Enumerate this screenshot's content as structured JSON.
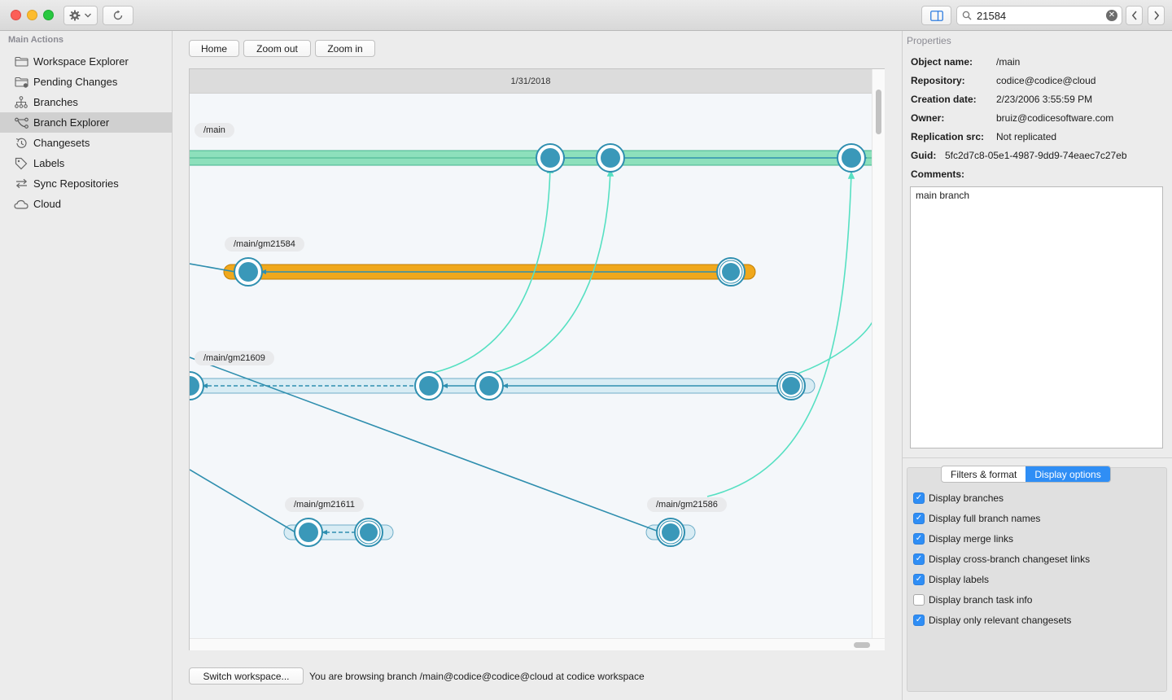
{
  "toolbar": {
    "gear_icon": "gear-icon",
    "refresh_icon": "refresh-icon",
    "panel_toggle_icon": "sidebar-toggle-icon",
    "search_value": "21584",
    "back_icon": "chevron-left-icon",
    "forward_icon": "chevron-right-icon"
  },
  "sidebar": {
    "header": "Main Actions",
    "items": [
      {
        "label": "Workspace Explorer",
        "icon": "folder-icon"
      },
      {
        "label": "Pending Changes",
        "icon": "folder-changes-icon"
      },
      {
        "label": "Branches",
        "icon": "branches-icon"
      },
      {
        "label": "Branch Explorer",
        "icon": "branch-explorer-icon"
      },
      {
        "label": "Changesets",
        "icon": "history-icon"
      },
      {
        "label": "Labels",
        "icon": "tag-icon"
      },
      {
        "label": "Sync Repositories",
        "icon": "sync-icon"
      },
      {
        "label": "Cloud",
        "icon": "cloud-icon"
      }
    ],
    "active_index": 3
  },
  "controls": {
    "home": "Home",
    "zoom_out": "Zoom out",
    "zoom_in": "Zoom in"
  },
  "graph": {
    "date": "1/31/2018",
    "branches": [
      {
        "name": "/main",
        "color": "#8de0bc"
      },
      {
        "name": "/main/gm21584",
        "color": "#f0a81c"
      },
      {
        "name": "/main/gm21609",
        "color": "#d8ecf4"
      },
      {
        "name": "/main/gm21611",
        "color": "#d8ecf4"
      },
      {
        "name": "/main/gm21586",
        "color": "#d8ecf4"
      }
    ],
    "changeset_color": "#3a98b9",
    "merge_link_color": "#56e0c2",
    "relation_link_color": "#2e8eae"
  },
  "footer": {
    "switch_button": "Switch workspace...",
    "status": "You are browsing branch /main@codice@codice@cloud at codice workspace"
  },
  "properties": {
    "header": "Properties",
    "rows": [
      {
        "label": "Object name:",
        "value": "/main"
      },
      {
        "label": "Repository:",
        "value": "codice@codice@cloud"
      },
      {
        "label": "Creation date:",
        "value": "2/23/2006 3:55:59 PM"
      },
      {
        "label": "Owner:",
        "value": "bruiz@codicesoftware.com"
      },
      {
        "label": "Replication src:",
        "value": "Not replicated"
      },
      {
        "label": "Guid:",
        "value": "5fc2d7c8-05e1-4987-9dd9-74eaec7c27eb"
      }
    ],
    "comments_label": "Comments:",
    "comments": "main branch"
  },
  "options": {
    "tabs": [
      {
        "label": "Filters & format",
        "active": false
      },
      {
        "label": "Display options",
        "active": true
      }
    ],
    "checkboxes": [
      {
        "label": "Display branches",
        "checked": true
      },
      {
        "label": "Display full branch names",
        "checked": true
      },
      {
        "label": "Display merge links",
        "checked": true
      },
      {
        "label": "Display cross-branch changeset links",
        "checked": true
      },
      {
        "label": "Display labels",
        "checked": true
      },
      {
        "label": "Display branch task info",
        "checked": false
      },
      {
        "label": "Display only relevant changesets",
        "checked": true
      }
    ]
  }
}
